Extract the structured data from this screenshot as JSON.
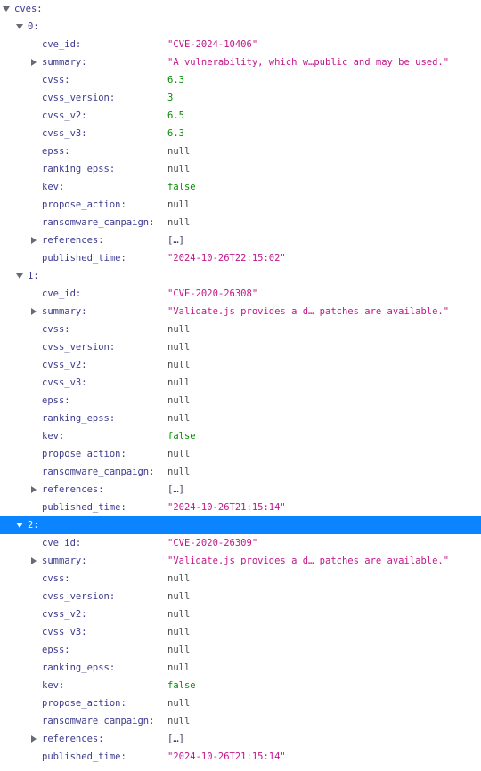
{
  "root_key": "cves:",
  "cves": [
    {
      "index_label": "0:",
      "fields": [
        {
          "key": "cve_id:",
          "value": "\"CVE-2024-10406\"",
          "type": "string"
        },
        {
          "key": "summary:",
          "value": "\"A vulnerability, which w…public and may be used.\"",
          "type": "string",
          "expandable": true
        },
        {
          "key": "cvss:",
          "value": "6.3",
          "type": "number"
        },
        {
          "key": "cvss_version:",
          "value": "3",
          "type": "number"
        },
        {
          "key": "cvss_v2:",
          "value": "6.5",
          "type": "number"
        },
        {
          "key": "cvss_v3:",
          "value": "6.3",
          "type": "number"
        },
        {
          "key": "epss:",
          "value": "null",
          "type": "null"
        },
        {
          "key": "ranking_epss:",
          "value": "null",
          "type": "null"
        },
        {
          "key": "kev:",
          "value": "false",
          "type": "bool"
        },
        {
          "key": "propose_action:",
          "value": "null",
          "type": "null"
        },
        {
          "key": "ransomware_campaign:",
          "value": "null",
          "type": "null"
        },
        {
          "key": "references:",
          "value": "[…]",
          "type": "collapsed",
          "expandable": true
        },
        {
          "key": "published_time:",
          "value": "\"2024-10-26T22:15:02\"",
          "type": "string"
        }
      ]
    },
    {
      "index_label": "1:",
      "fields": [
        {
          "key": "cve_id:",
          "value": "\"CVE-2020-26308\"",
          "type": "string"
        },
        {
          "key": "summary:",
          "value": "\"Validate.js provides a d… patches are available.\"",
          "type": "string",
          "expandable": true
        },
        {
          "key": "cvss:",
          "value": "null",
          "type": "null"
        },
        {
          "key": "cvss_version:",
          "value": "null",
          "type": "null"
        },
        {
          "key": "cvss_v2:",
          "value": "null",
          "type": "null"
        },
        {
          "key": "cvss_v3:",
          "value": "null",
          "type": "null"
        },
        {
          "key": "epss:",
          "value": "null",
          "type": "null"
        },
        {
          "key": "ranking_epss:",
          "value": "null",
          "type": "null"
        },
        {
          "key": "kev:",
          "value": "false",
          "type": "bool"
        },
        {
          "key": "propose_action:",
          "value": "null",
          "type": "null"
        },
        {
          "key": "ransomware_campaign:",
          "value": "null",
          "type": "null"
        },
        {
          "key": "references:",
          "value": "[…]",
          "type": "collapsed",
          "expandable": true
        },
        {
          "key": "published_time:",
          "value": "\"2024-10-26T21:15:14\"",
          "type": "string"
        }
      ]
    },
    {
      "index_label": "2:",
      "selected": true,
      "fields": [
        {
          "key": "cve_id:",
          "value": "\"CVE-2020-26309\"",
          "type": "string"
        },
        {
          "key": "summary:",
          "value": "\"Validate.js provides a d… patches are available.\"",
          "type": "string",
          "expandable": true
        },
        {
          "key": "cvss:",
          "value": "null",
          "type": "null"
        },
        {
          "key": "cvss_version:",
          "value": "null",
          "type": "null"
        },
        {
          "key": "cvss_v2:",
          "value": "null",
          "type": "null"
        },
        {
          "key": "cvss_v3:",
          "value": "null",
          "type": "null"
        },
        {
          "key": "epss:",
          "value": "null",
          "type": "null"
        },
        {
          "key": "ranking_epss:",
          "value": "null",
          "type": "null"
        },
        {
          "key": "kev:",
          "value": "false",
          "type": "bool"
        },
        {
          "key": "propose_action:",
          "value": "null",
          "type": "null"
        },
        {
          "key": "ransomware_campaign:",
          "value": "null",
          "type": "null"
        },
        {
          "key": "references:",
          "value": "[…]",
          "type": "collapsed",
          "expandable": true
        },
        {
          "key": "published_time:",
          "value": "\"2024-10-26T21:15:14\"",
          "type": "string"
        }
      ]
    }
  ]
}
